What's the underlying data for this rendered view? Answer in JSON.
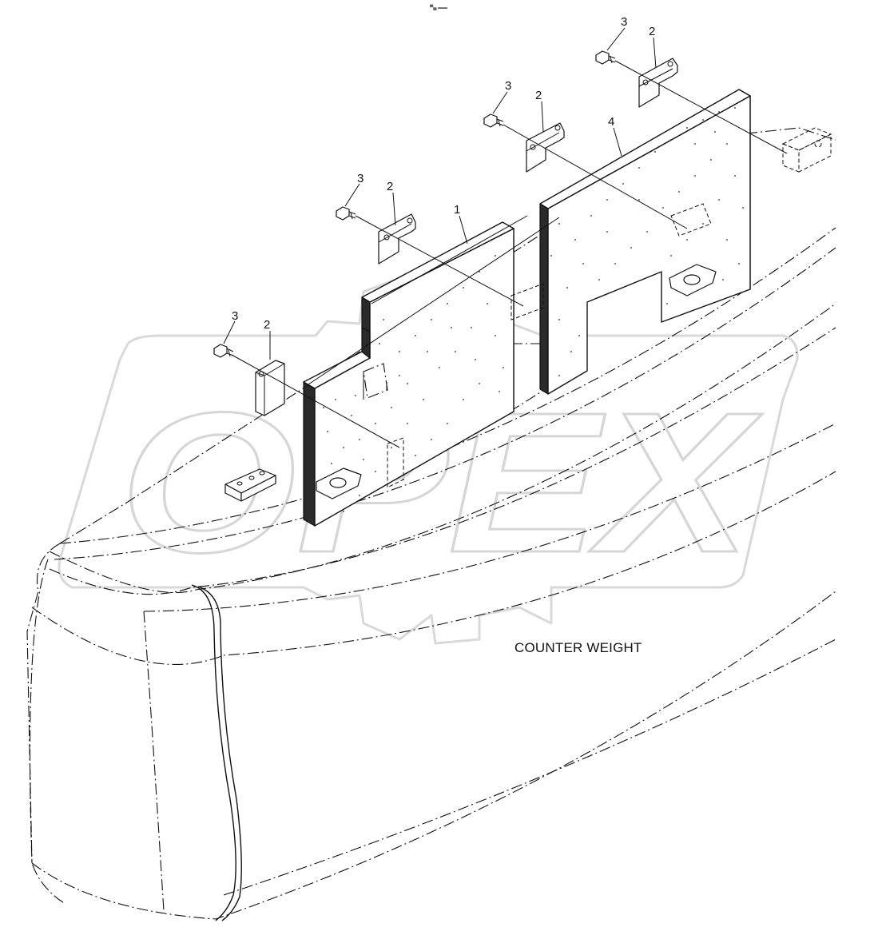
{
  "header_mark": "▀▄ ▬▬",
  "watermark_text": "OPEX",
  "caption": "COUNTER WEIGHT",
  "callouts": {
    "c1": "1",
    "c2a": "2",
    "c2b": "2",
    "c2c": "2",
    "c2d": "2",
    "c3a": "3",
    "c3b": "3",
    "c3c": "3",
    "c3d": "3",
    "c4": "4"
  }
}
